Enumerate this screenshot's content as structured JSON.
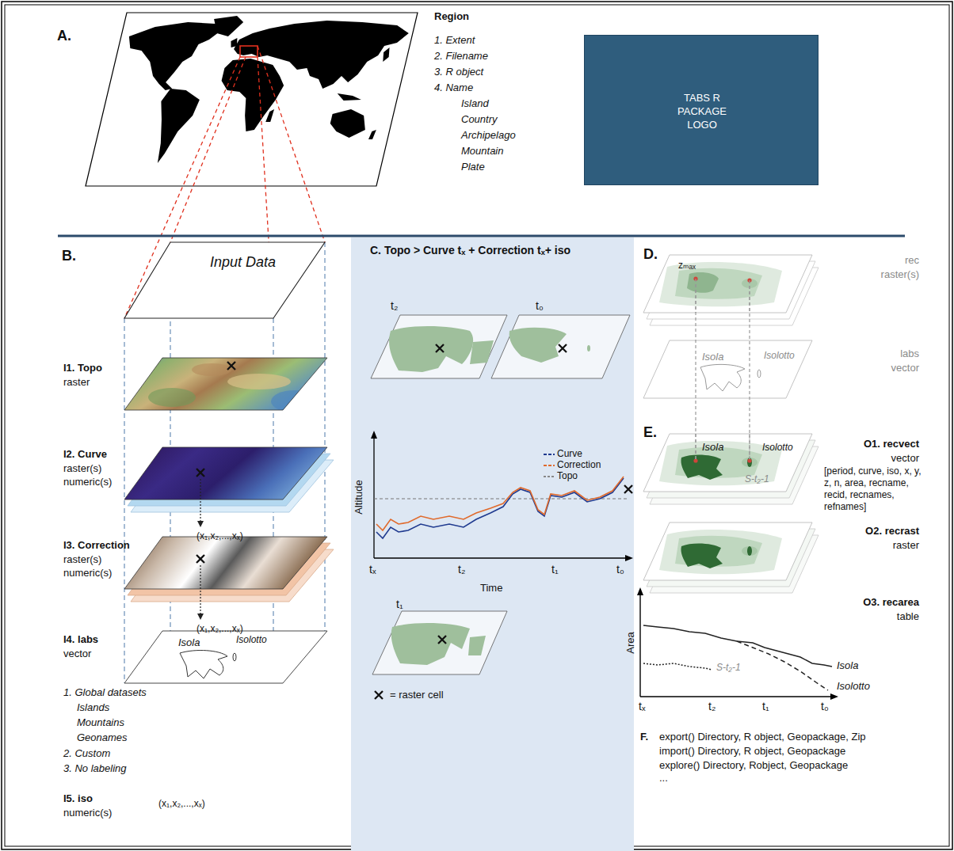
{
  "diagram": {
    "nodes": [
      {
        "text": [
          "TABS R PACKAGE LOGO"
        ]
      },
      {
        "text": [
          "Input Data"
        ]
      },
      {
        "text": [
          "I1. Topo",
          "raster"
        ]
      },
      {
        "text": [
          "I2. Curve",
          "raster(s) numeric(s)"
        ]
      },
      {
        "text": [
          "I3. Correction",
          "raster(s) numeric(s)"
        ]
      },
      {
        "text": [
          "I4. labs",
          "vector",
          "Isola",
          "Isolotto"
        ]
      },
      {
        "text": [
          "C. Topo > Curve tₓ + Correction tₓ+ iso"
        ]
      },
      {
        "text": [
          "rec",
          "raster(s)",
          "zₘₐₓ"
        ]
      },
      {
        "text": [
          "labs",
          "vector",
          "Isola",
          "Isolotto"
        ]
      },
      {
        "text": [
          "O1. recvect",
          "vector",
          "[period, curve, iso, x, y, z, n, area, recname, recid, recnames, refnames]",
          "Isola",
          "Isolotto",
          "S-t₂-1"
        ]
      },
      {
        "text": [
          "O2. recrast",
          "raster"
        ]
      }
    ],
    "labels": [
      "A.",
      "Region",
      "1. Extent",
      "2. Filename",
      "3. R object",
      "4. Name",
      "Island",
      "Country",
      "Archipelago",
      "Mountain",
      "Plate",
      "B.",
      "(x₁,x₂,...,xₓ)",
      "(x₁,x₂,...,xₓ)",
      "1. Global datasets",
      "Islands",
      "Mountains",
      "Geonames",
      "2. Custom",
      "3. No labeling",
      "I5. iso",
      "numeric(s)",
      "(x₁,x₂,...,xₓ)",
      "t₂",
      "t₀",
      "Altitude",
      "tₓ",
      "t₂",
      "t₁",
      "t₀",
      "Time",
      "t₁",
      "= raster cell",
      "D.",
      "E.",
      "O3. recarea",
      "table",
      "Area",
      "tₓ",
      "t₂",
      "t₁",
      "t₀",
      "Isola",
      "Isolotto",
      "S-t₂-1",
      "F.",
      "export() Directory, R object, Geopackage, Zip",
      "import() Directory, R object, Geopackage",
      "explore() Directory, Robject, Geopackage",
      "..."
    ],
    "legend": [
      {
        "text": "Curve"
      },
      {
        "text": "Correction"
      },
      {
        "text": "Topo"
      }
    ]
  }
}
